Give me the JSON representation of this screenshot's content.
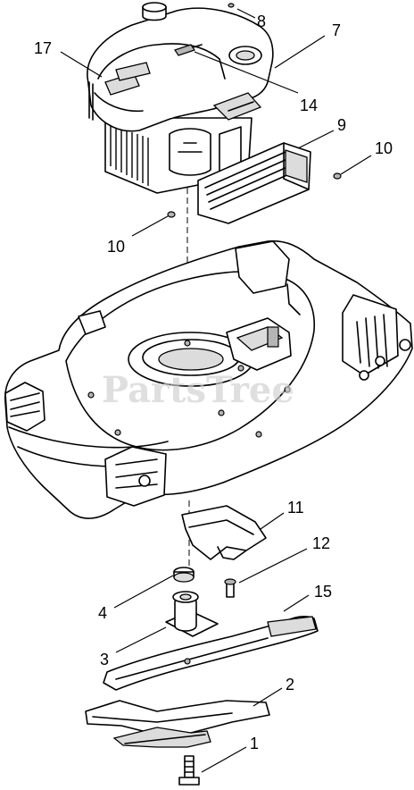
{
  "watermark": "PartsTree",
  "callouts": [
    {
      "id": "17",
      "label": "17"
    },
    {
      "id": "8",
      "label": "8"
    },
    {
      "id": "7",
      "label": "7"
    },
    {
      "id": "14",
      "label": "14"
    },
    {
      "id": "9",
      "label": "9"
    },
    {
      "id": "10a",
      "label": "10"
    },
    {
      "id": "10b",
      "label": "10"
    },
    {
      "id": "11",
      "label": "11"
    },
    {
      "id": "12",
      "label": "12"
    },
    {
      "id": "15",
      "label": "15"
    },
    {
      "id": "4",
      "label": "4"
    },
    {
      "id": "3",
      "label": "3"
    },
    {
      "id": "2",
      "label": "2"
    },
    {
      "id": "1",
      "label": "1"
    }
  ]
}
